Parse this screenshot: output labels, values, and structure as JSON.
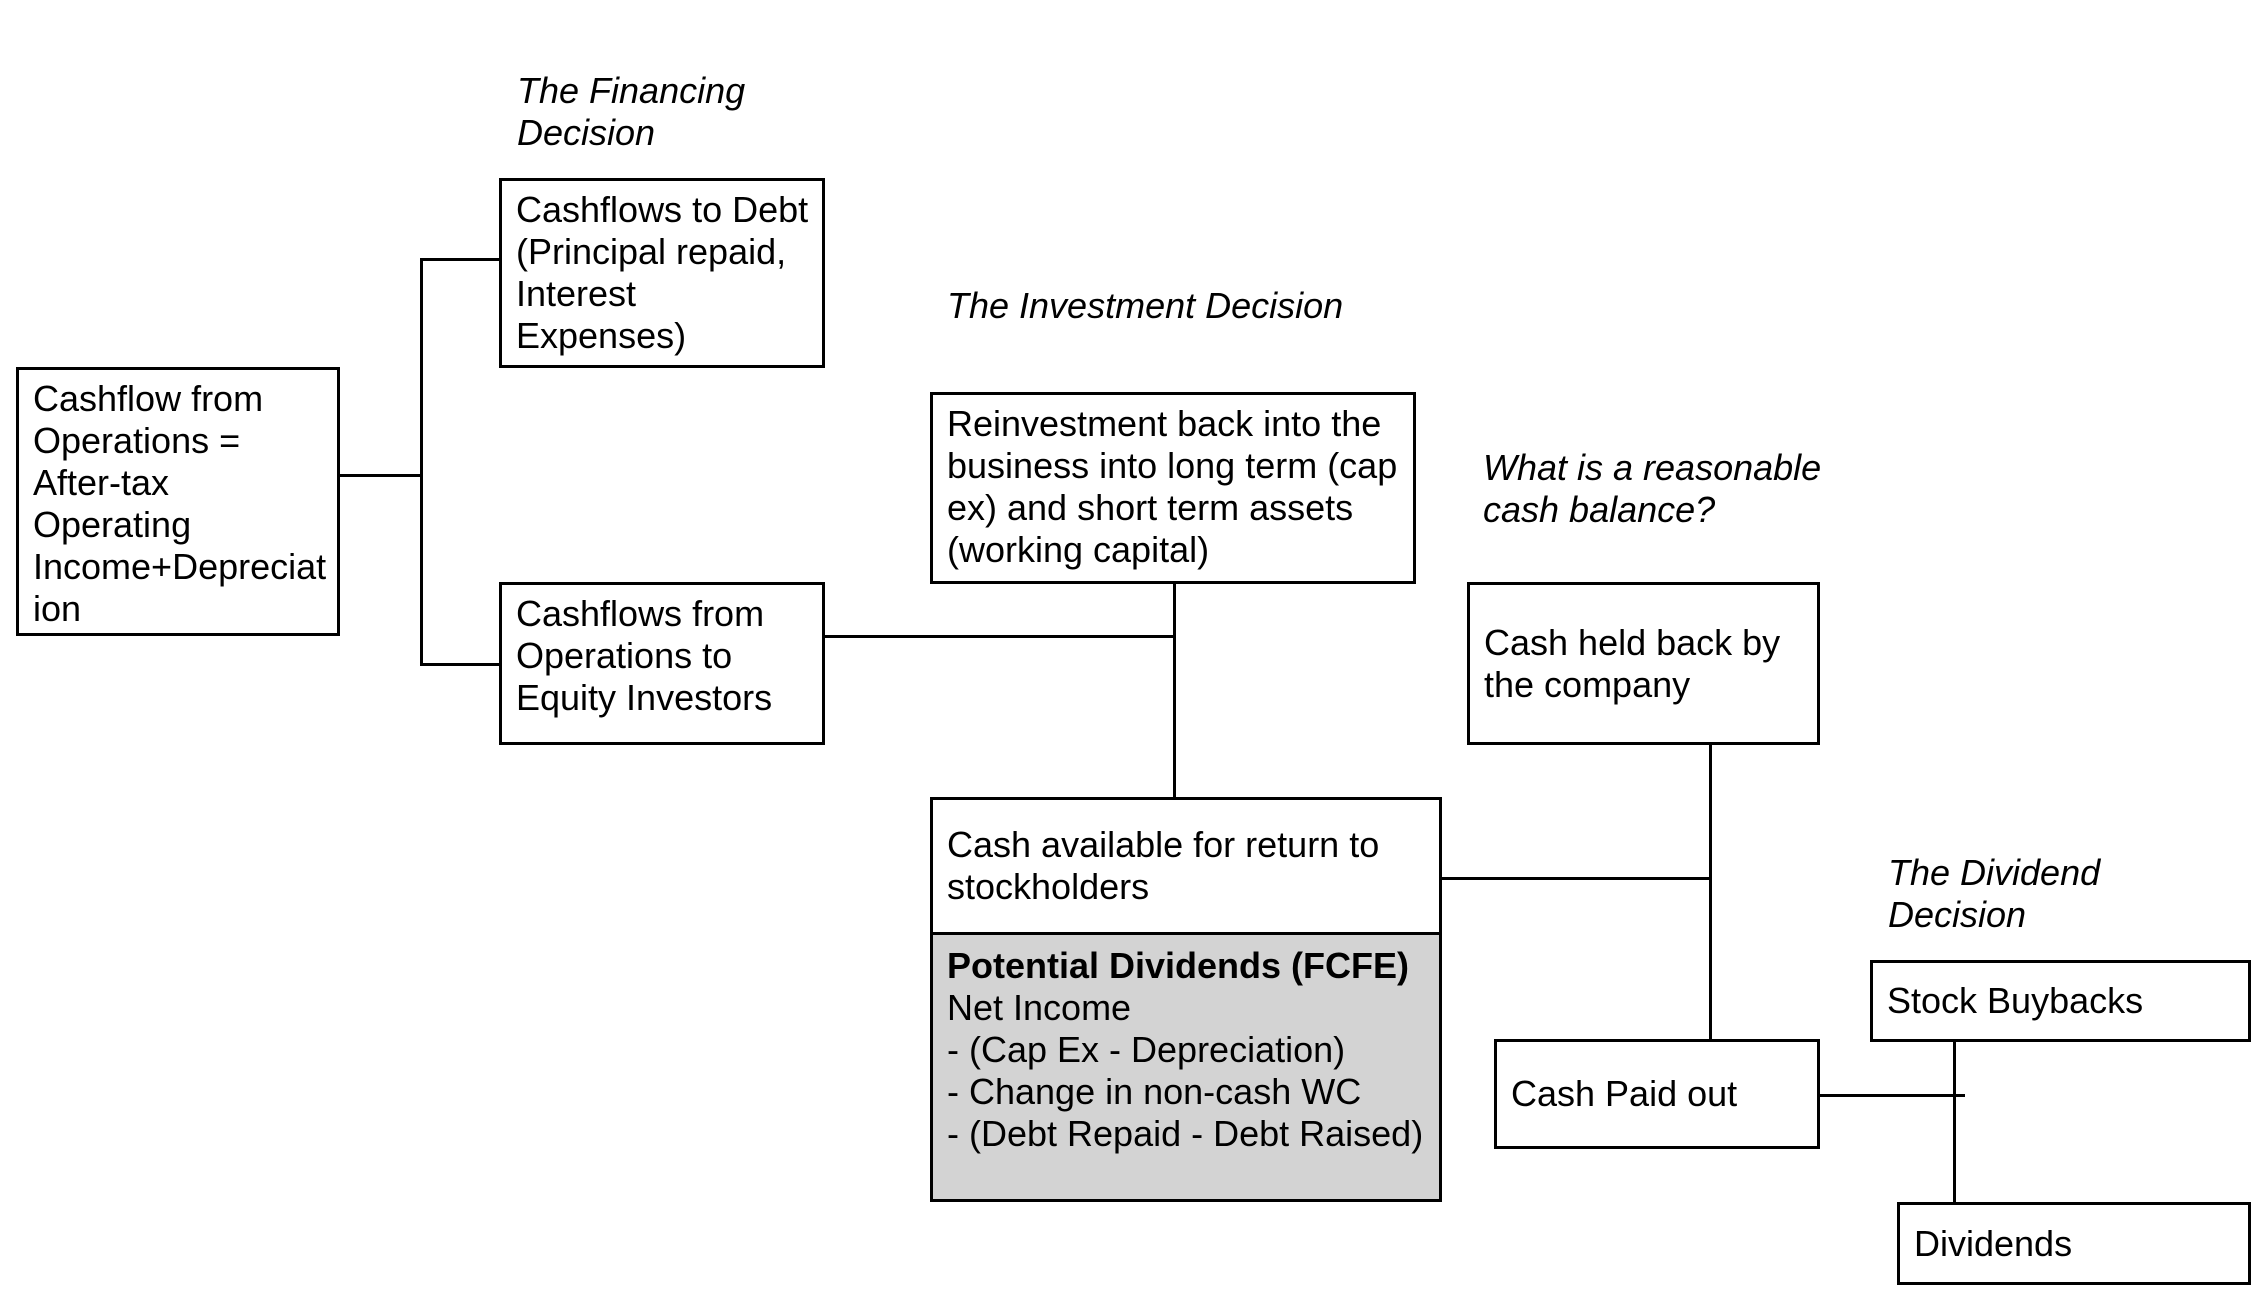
{
  "labels": {
    "financing": [
      "The Financing",
      "Decision"
    ],
    "investment": [
      "The Investment Decision"
    ],
    "cash_balance": [
      "What is a reasonable",
      "cash balance?"
    ],
    "dividend": [
      "The Dividend",
      "Decision"
    ]
  },
  "boxes": {
    "cfo": [
      "Cashflow from",
      "Operations =",
      "After-tax",
      "Operating",
      "Income+Depreciat",
      "ion"
    ],
    "debt": [
      "Cashflows to Debt",
      "(Principal repaid,",
      "Interest",
      "Expenses)"
    ],
    "equity": [
      "Cashflows from",
      "Operations to",
      "Equity Investors"
    ],
    "reinvest": [
      "Reinvestment back into the",
      "business into long term (cap",
      "ex) and short term assets",
      "(working capital)"
    ],
    "cash_held": [
      "Cash held back by",
      "the company"
    ],
    "cash_available": [
      "Cash available for return to",
      "stockholders"
    ],
    "fcfe_title": "Potential Dividends (FCFE)",
    "fcfe_lines": [
      "Net Income",
      "- (Cap Ex - Depreciation)",
      "- Change in non-cash WC",
      "- (Debt Repaid - Debt Raised)"
    ],
    "cash_paid": [
      "Cash Paid out"
    ],
    "buybacks": [
      "Stock Buybacks"
    ],
    "dividends": [
      "Dividends"
    ]
  },
  "colors": {
    "fcfe_fill": "#d3d3d3",
    "line": "#000000"
  }
}
